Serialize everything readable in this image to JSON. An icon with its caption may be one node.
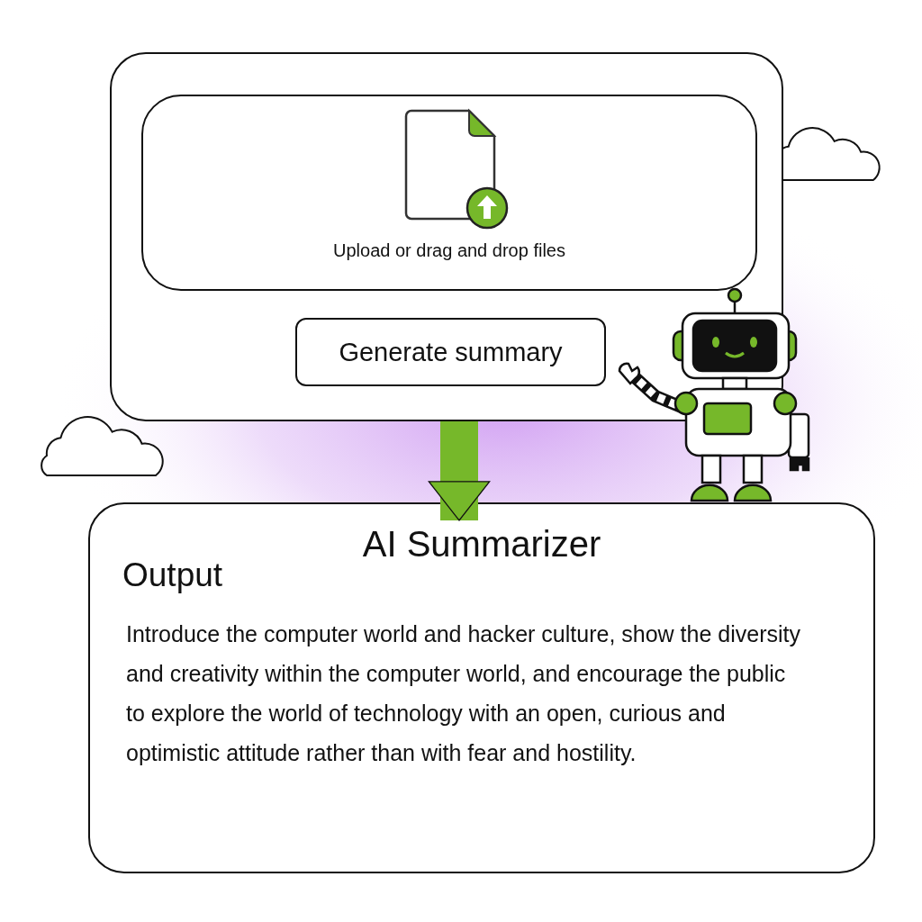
{
  "diagram": {
    "nodes": [
      {
        "text": [],
        "shape": "box"
      },
      {
        "text": [
          "Upload or drag and drop files"
        ],
        "in": 0
      },
      {
        "text": [
          "Generate summary"
        ],
        "in": 0
      },
      {
        "text": [
          "AI Summarizer",
          "Output",
          "Introduce the computer world and hacker culture, show the diversity and creativity within the computer world, and encourage the public to explore the world of technology with an open, curious and optimistic attitude rather than with fear and hostility."
        ]
      }
    ],
    "edges": [
      {
        "from": 0,
        "to": 3,
        "arrow": "to"
      }
    ]
  }
}
